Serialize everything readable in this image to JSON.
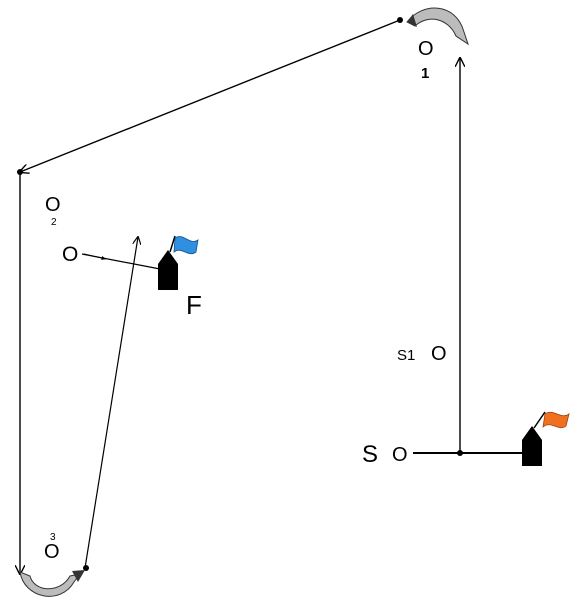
{
  "colors": {
    "line": "#000000",
    "rounding_arrow": "#b0b0b0",
    "start_flag": "#f07020",
    "finish_flag": "#2f8fe0",
    "boat": "#000000"
  },
  "labels": {
    "mark_1_symbol": "O",
    "mark_1_number": "1",
    "mark_2_symbol": "O",
    "mark_2_number": "2",
    "mark_3_symbol": "O",
    "mark_3_number": "3",
    "finish_mark_symbol": "O",
    "finish_label": "F",
    "s1_label": "S1",
    "s1_symbol": "O",
    "start_label": "S",
    "start_symbol": "O"
  },
  "icons": {
    "start_boat": "boat-orange-flag-icon",
    "finish_boat": "boat-blue-flag-icon",
    "rounding_1": "rounding-arrow-icon",
    "rounding_3": "rounding-arrow-icon"
  }
}
